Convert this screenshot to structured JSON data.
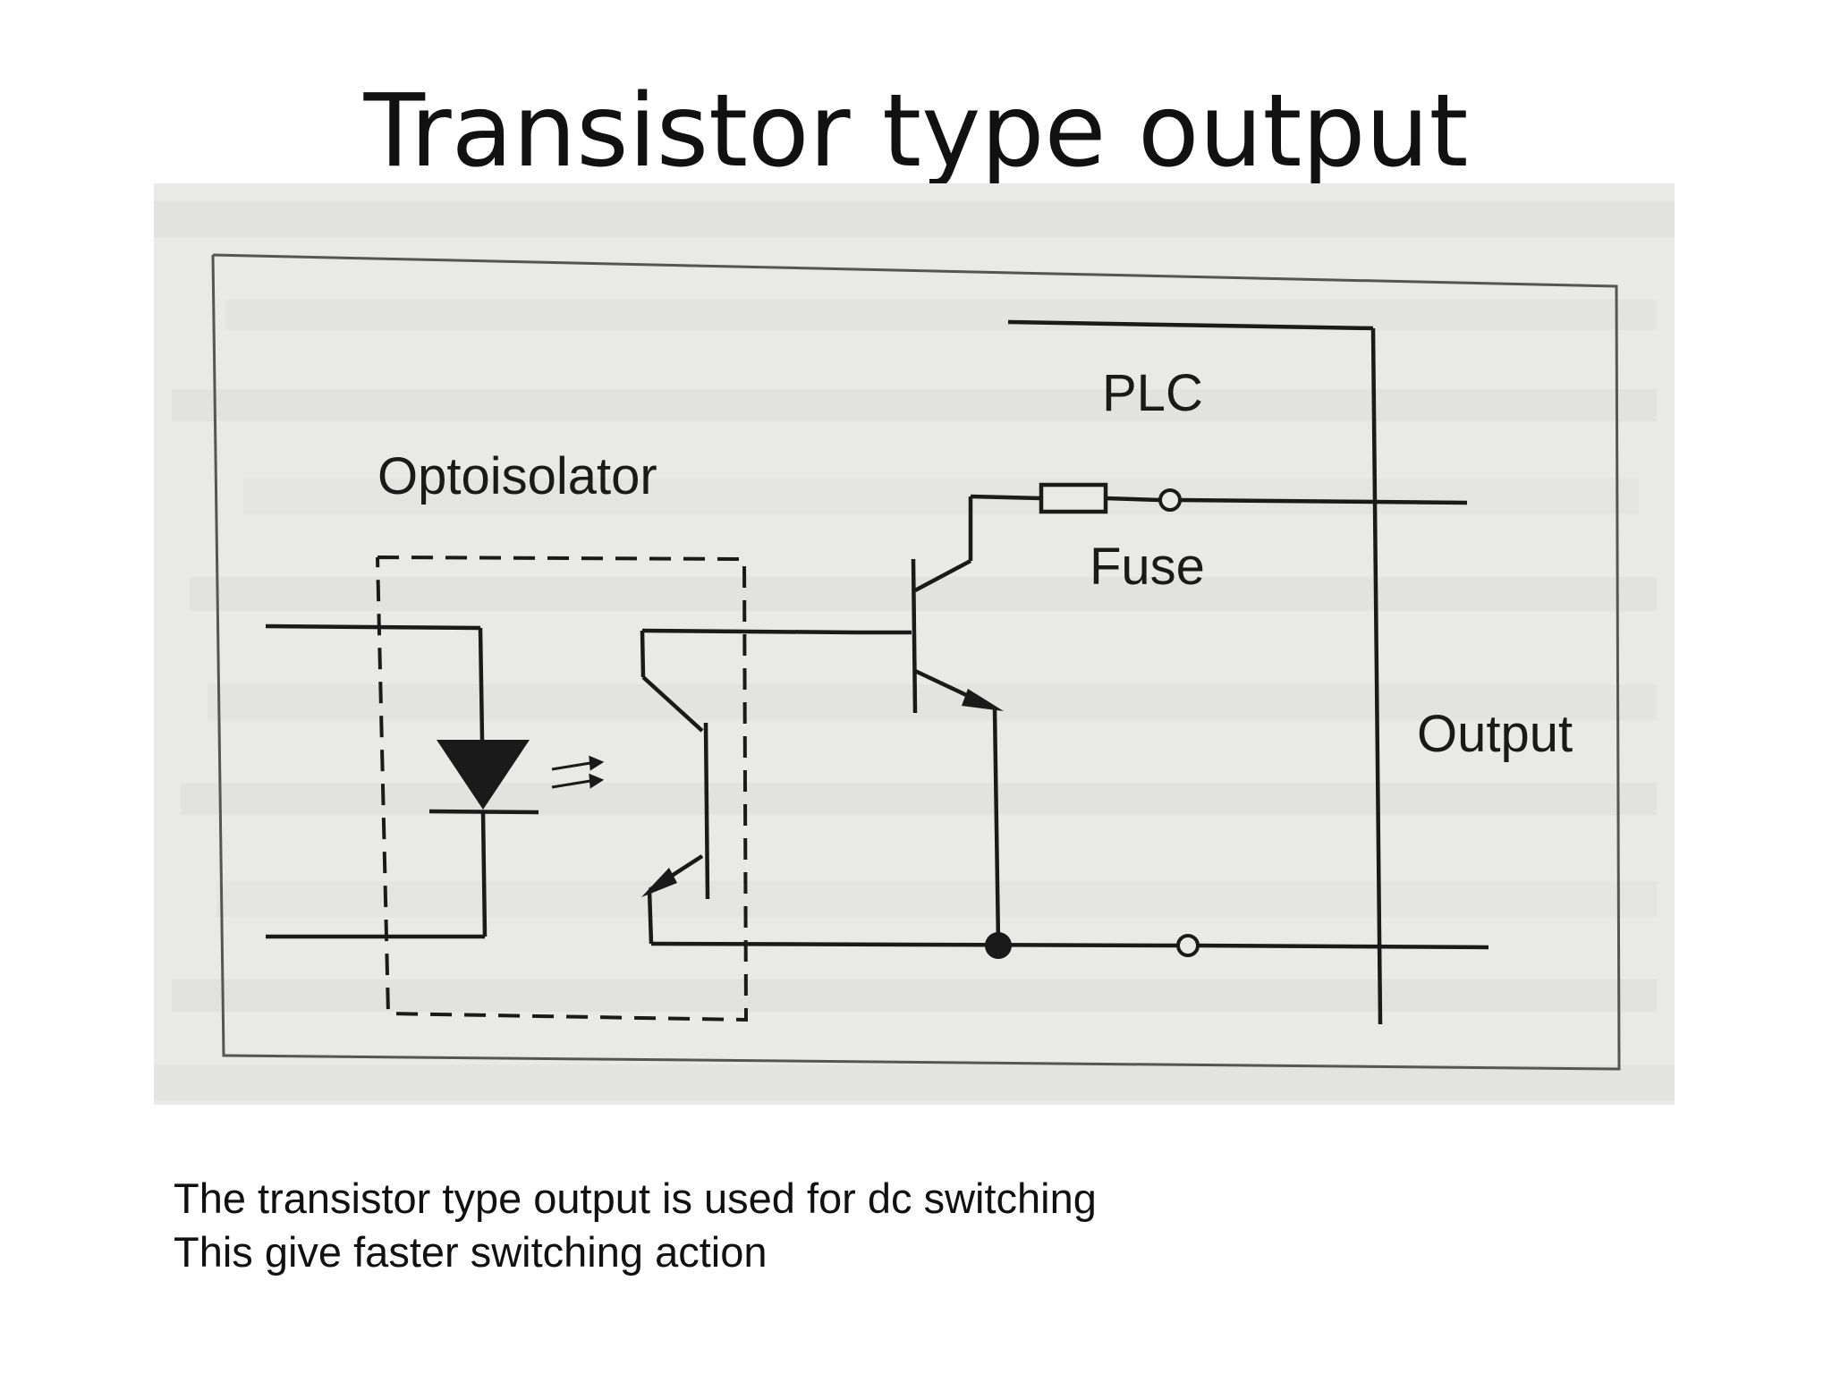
{
  "slide": {
    "title": "Transistor type output"
  },
  "diagram": {
    "labels": {
      "plc": "PLC",
      "optoisolator": "Optoisolator",
      "fuse": "Fuse",
      "output": "Output"
    }
  },
  "caption": {
    "lines": [
      "The transistor type output is used for dc switching",
      "This give faster switching action"
    ]
  },
  "colors": {
    "ink": "#1a1a1a",
    "photo_background": "#e9e9e7",
    "bleed_through": "#bdbdbb"
  }
}
